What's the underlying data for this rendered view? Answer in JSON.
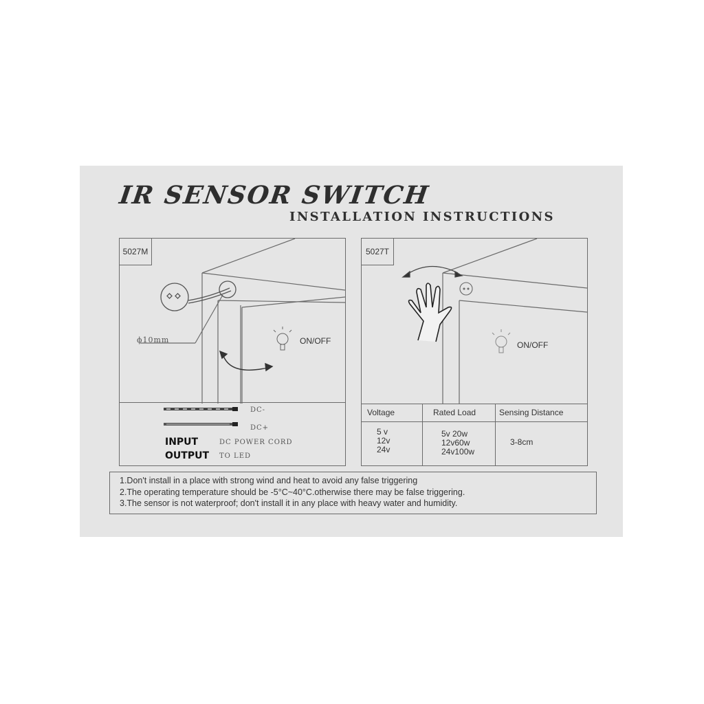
{
  "document": {
    "title": "IR SENSOR SWITCH",
    "subtitle": "INSTALLATION INSTRUCTIONS",
    "colors": {
      "page_background": "#ffffff",
      "card_background": "#e5e5e5",
      "line_color": "#6a6a6a",
      "text_color": "#2e2e2e"
    }
  },
  "panels": [
    {
      "model": "5027M",
      "diameter_label": "ϕ10mm",
      "bulb_label": "ON/OFF",
      "wires": [
        {
          "label": "DC-"
        },
        {
          "label": "DC+"
        }
      ],
      "io": [
        {
          "term": "INPUT",
          "desc": "DC POWER CORD"
        },
        {
          "term": "OUTPUT",
          "desc": "TO LED"
        }
      ],
      "icons": [
        "sensor-head-icon",
        "door-arrow-icon",
        "light-bulb-icon",
        "wire-cable-icon"
      ]
    },
    {
      "model": "5027T",
      "bulb_label": "ON/OFF",
      "icons": [
        "hand-wave-icon",
        "sensor-head-icon",
        "swing-arrow-icon",
        "light-bulb-icon"
      ],
      "spec_table": {
        "headers": [
          "Voltage",
          "Rated Load",
          "Sensing Distance"
        ],
        "voltage": [
          "5 v",
          "12v",
          "24v"
        ],
        "rated_load": [
          "5v 20w",
          "12v60w",
          "24v100w"
        ],
        "sensing_distance": "3-8cm"
      }
    }
  ],
  "notes": [
    "1.Don't install in a place with strong wind and heat to avoid any false triggering",
    "2.The operating temperature should be -5°C~40°C.otherwise there may be false triggering.",
    "3.The sensor is not waterproof; don't install it in any place with heavy water and humidity."
  ]
}
